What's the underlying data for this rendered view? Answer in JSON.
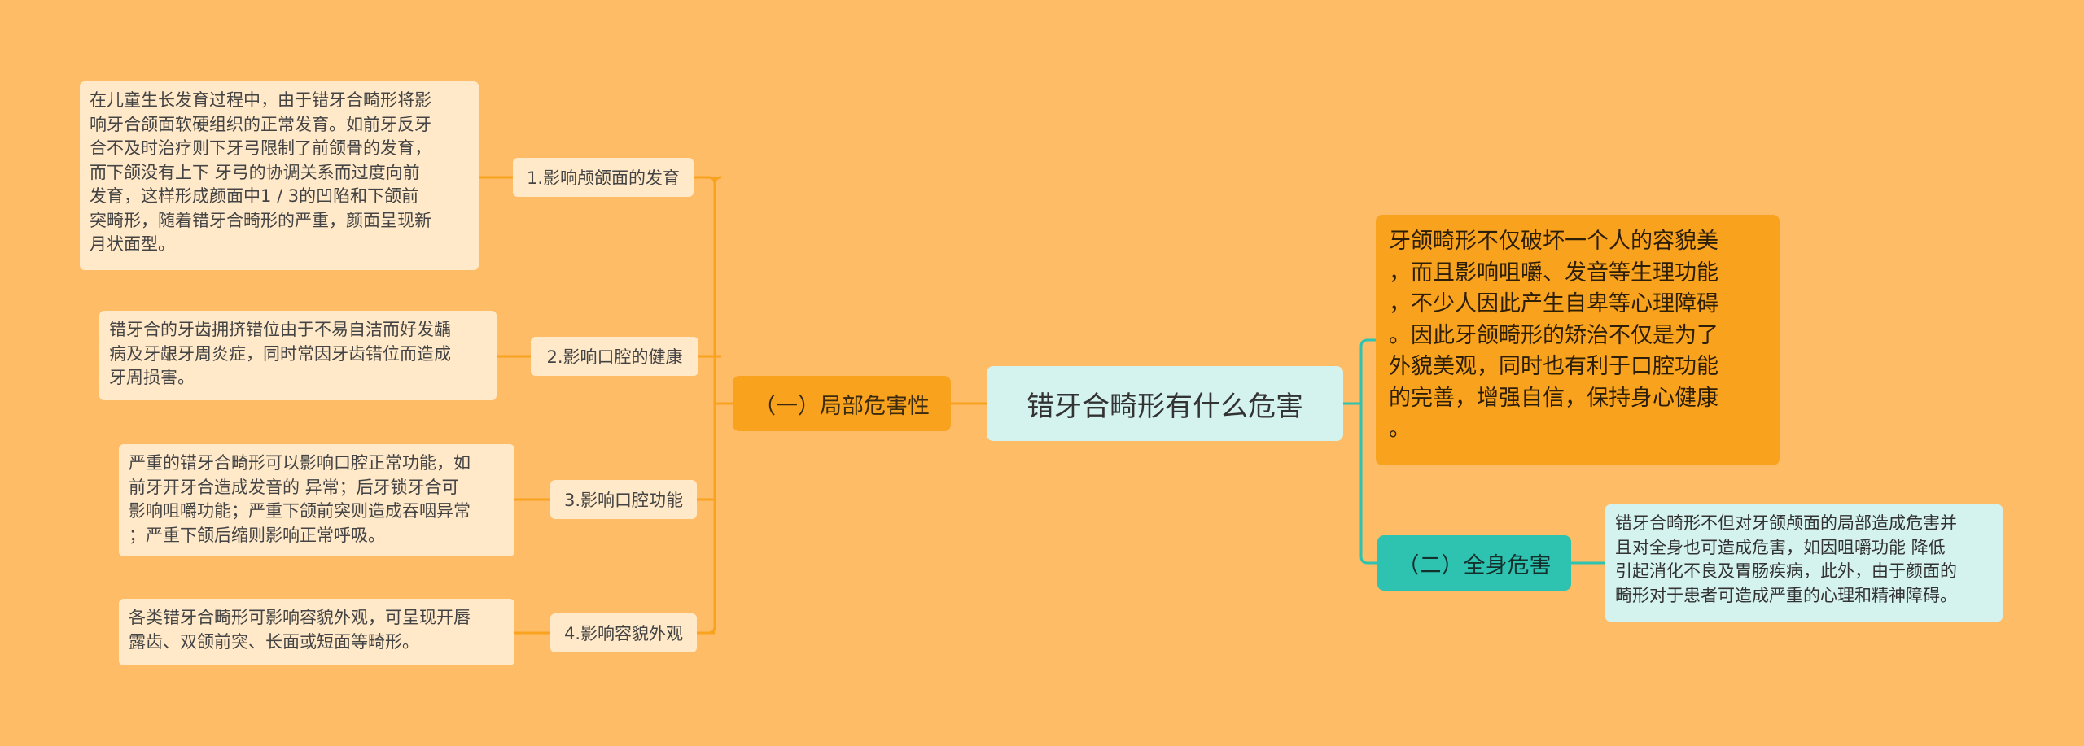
{
  "root": {
    "title": "错牙合畸形有什么危害"
  },
  "branches": {
    "local": {
      "label": "（一）局部危害性"
    },
    "whole": {
      "label": "（二）全身危害"
    }
  },
  "local_items": [
    {
      "label": "1.影响颅颌面的发育",
      "lines": [
        "在儿童生长发育过程中，由于错牙合畸形将影",
        "响牙合颌面软硬组织的正常发育。如前牙反牙",
        "合不及时治疗则下牙弓限制了前颌骨的发育，",
        "而下颌没有上下 牙弓的协调关系而过度向前",
        "发育，这样形成颜面中1 / 3的凹陷和下颌前",
        "突畸形，随着错牙合畸形的严重，颜面呈现新",
        "月状面型。"
      ]
    },
    {
      "label": "2.影响口腔的健康",
      "lines": [
        "错牙合的牙齿拥挤错位由于不易自洁而好发龋",
        "病及牙龈牙周炎症，同时常因牙齿错位而造成",
        "牙周损害。"
      ]
    },
    {
      "label": "3.影响口腔功能",
      "lines": [
        "严重的错牙合畸形可以影响口腔正常功能，如",
        "前牙开牙合造成发音的 异常；后牙锁牙合可",
        "影响咀嚼功能；严重下颌前突则造成吞咽异常",
        "；严重下颌后缩则影响正常呼吸。"
      ]
    },
    {
      "label": "4.影响容貌外观",
      "lines": [
        "各类错牙合畸形可影响容貌外观，可呈现开唇",
        "露齿、双颌前突、长面或短面等畸形。"
      ]
    }
  ],
  "summary": {
    "lines": [
      "牙颌畸形不仅破坏一个人的容貌美",
      "，而且影响咀嚼、发音等生理功能",
      "，不少人因此产生自卑等心理障碍",
      "。因此牙颌畸形的矫治不仅是为了",
      "外貌美观，同时也有利于口腔功能",
      "的完善，增强自信，保持身心健康",
      "。"
    ]
  },
  "whole_item": {
    "lines": [
      "错牙合畸形不但对牙颌颅面的局部造成危害并",
      "且对全身也可造成危害，如因咀嚼功能 降低",
      "引起消化不良及胃肠疾病，此外，由于颜面的",
      "畸形对于患者可造成严重的心理和精神障碍。"
    ]
  },
  "colors": {
    "background": "#FFBC66",
    "root_fill": "#D4F2EE",
    "local_fill": "#F9A21D",
    "whole_fill": "#2EC2B0",
    "leaf_fill": "#FFE9C9",
    "local_line": "#F9A21D",
    "whole_line": "#2EC2B0"
  }
}
